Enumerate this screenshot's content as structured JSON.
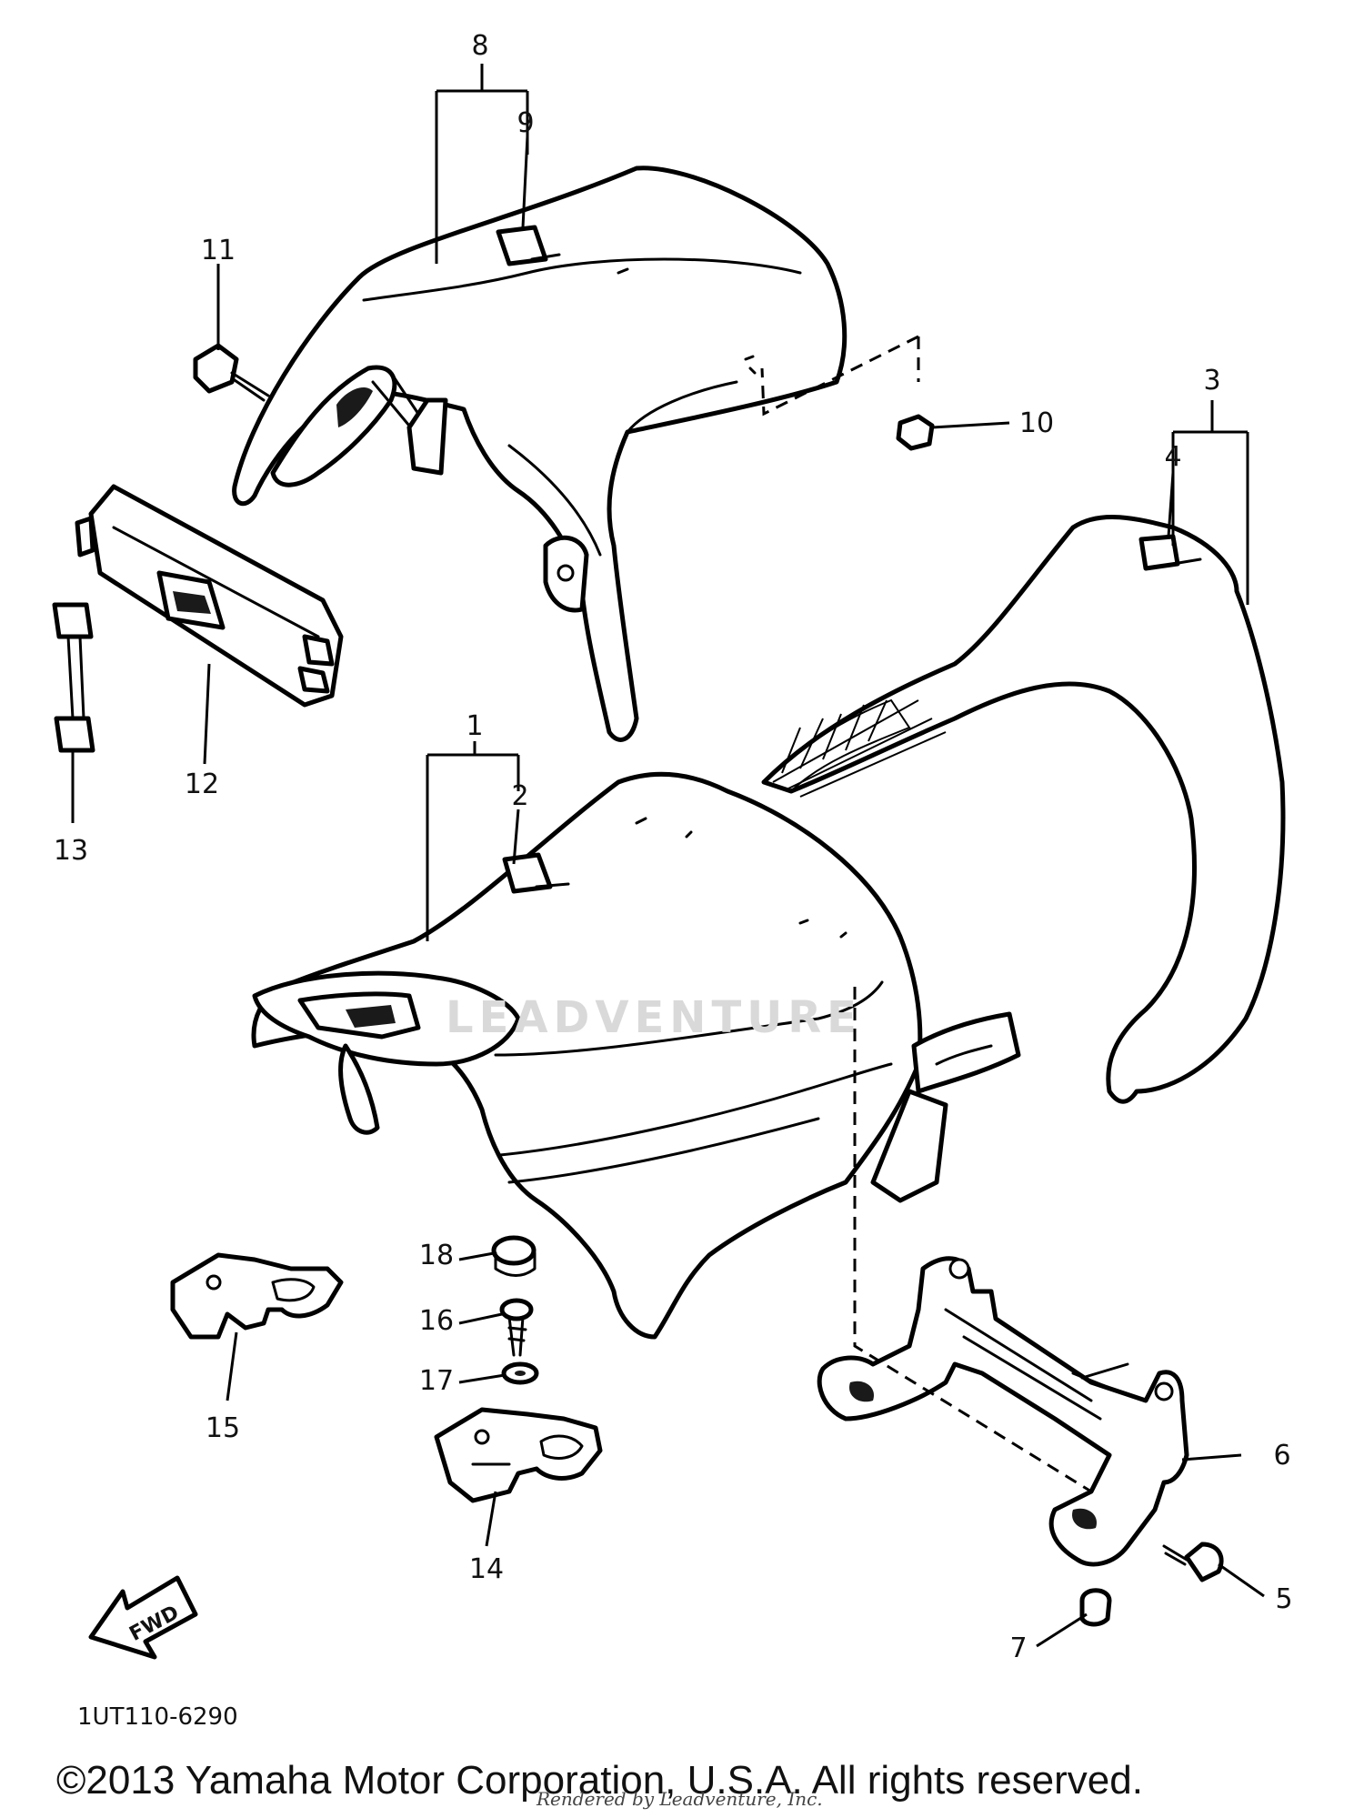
{
  "diagram_code": "1UT110-6290",
  "copyright": "©2013 Yamaha Motor Corporation, U.S.A. All rights reserved.",
  "footer_overprint": "Rendered by Leadventure, Inc.",
  "watermark": "LEADVENTURE",
  "direction_arrow_label": "FWD",
  "part_numbers": [
    "1",
    "2",
    "3",
    "4",
    "5",
    "6",
    "7",
    "8",
    "9",
    "10",
    "11",
    "12",
    "13",
    "14",
    "15",
    "16",
    "17",
    "18"
  ],
  "colors": {
    "line": "#000000",
    "background": "#ffffff",
    "watermark": "#d9d9d9"
  }
}
